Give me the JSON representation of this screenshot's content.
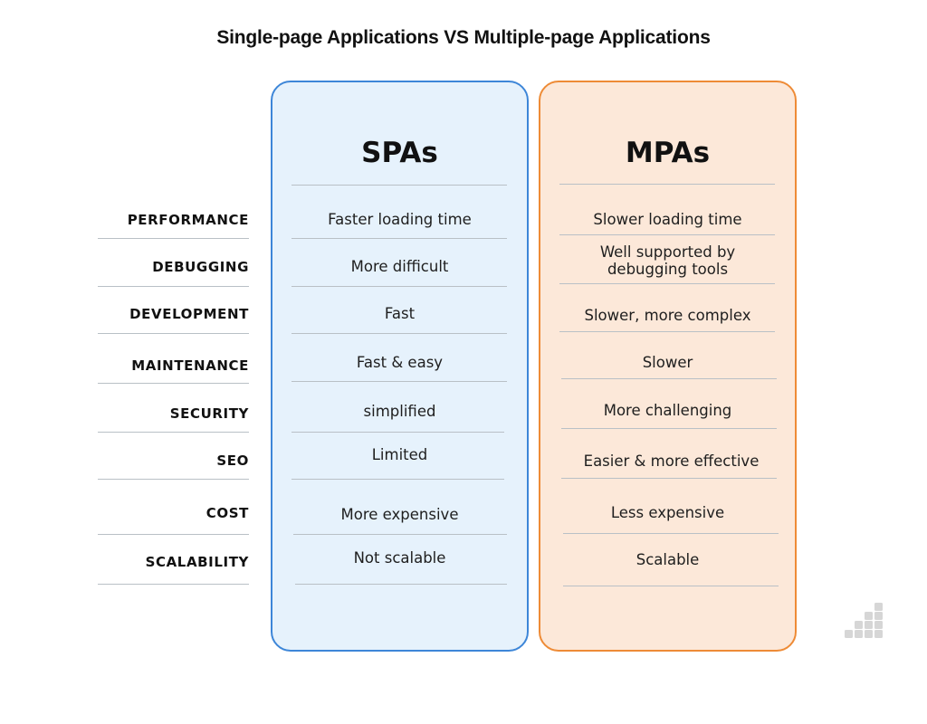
{
  "title": "Single-page Applications VS Multiple-page Applications",
  "columns": {
    "spa": {
      "heading": "SPAs",
      "border_color": "#3d86d8",
      "fill_color": "#e6f2fc"
    },
    "mpa": {
      "heading": "MPAs",
      "border_color": "#ee8b36",
      "fill_color": "#fce8d9"
    }
  },
  "rows": [
    {
      "label": "PERFORMANCE",
      "spa": "Faster loading time",
      "mpa": "Slower loading time"
    },
    {
      "label": "DEBUGGING",
      "spa": "More difficult",
      "mpa": "Well supported by debugging tools"
    },
    {
      "label": "DEVELOPMENT",
      "spa": "Fast",
      "mpa": "Slower, more complex"
    },
    {
      "label": "MAINTENANCE",
      "spa": "Fast & easy",
      "mpa": "Slower"
    },
    {
      "label": "SECURITY",
      "spa": "simplified",
      "mpa": "More challenging"
    },
    {
      "label": "SEO",
      "spa": "Limited",
      "mpa": "Easier & more effective"
    },
    {
      "label": "COST",
      "spa": "More expensive",
      "mpa": "Less expensive"
    },
    {
      "label": "SCALABILITY",
      "spa": "Not scalable",
      "mpa": "Scalable"
    }
  ],
  "logo_icon": "staircase-bars-icon"
}
